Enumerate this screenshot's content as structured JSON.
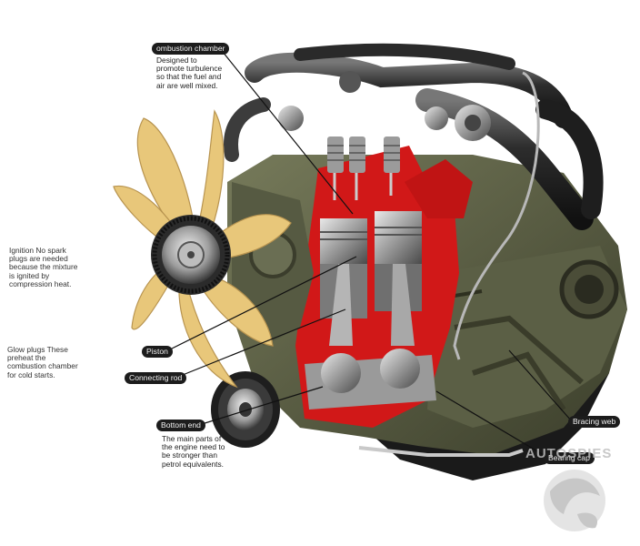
{
  "callouts": {
    "combustion_chamber": {
      "label": "ombustion chamber",
      "note_lines": [
        "Designed to",
        "promote turbulence",
        "so that the fuel and",
        "air are well mixed."
      ]
    },
    "piston": {
      "label": "Piston"
    },
    "connecting_rod": {
      "label": "Connecting rod"
    },
    "bottom_end": {
      "label": "Bottom end",
      "note_lines": [
        "The main parts of",
        "the engine need to",
        "be stronger than",
        "petrol equivalents."
      ]
    },
    "bracing_web": {
      "label": "Bracing web"
    },
    "bearing_cap": {
      "label": "Bearing cap"
    }
  },
  "side_notes": {
    "ignition": [
      "Ignition No spark",
      "plugs are needed",
      "because the mixture",
      "is ignited by",
      "compression heat."
    ],
    "glow_plugs": [
      "Glow plugs These",
      "preheat the",
      "combustion chamber",
      "for cold starts."
    ]
  },
  "watermark": {
    "text": "AUTOSPIES"
  },
  "colors": {
    "engine_block": "#5b5f45",
    "cutaway_red": "#d11818",
    "fan_blade": "#e8c77a",
    "label_bg": "#1c1c1c"
  }
}
